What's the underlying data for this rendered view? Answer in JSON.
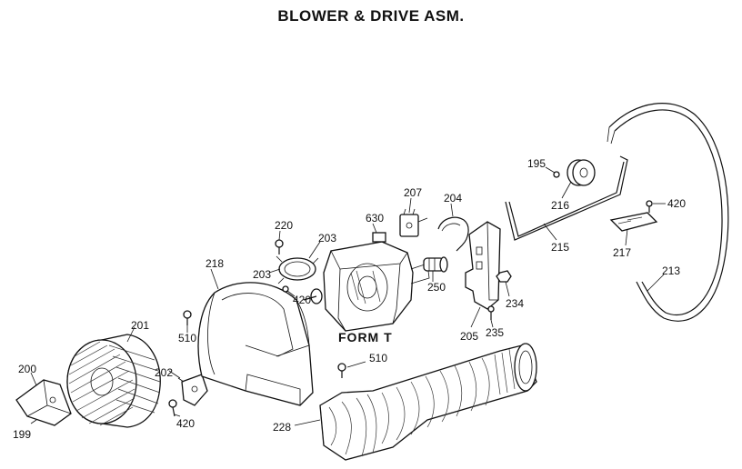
{
  "title": "BLOWER & DRIVE ASM.",
  "form_label": "FORM T",
  "parts": [
    {
      "id": "p199",
      "label": "199"
    },
    {
      "id": "p200",
      "label": "200"
    },
    {
      "id": "p201",
      "label": "201"
    },
    {
      "id": "p202",
      "label": "202"
    },
    {
      "id": "p420a",
      "label": "420"
    },
    {
      "id": "p510a",
      "label": "510"
    },
    {
      "id": "p218",
      "label": "218"
    },
    {
      "id": "p220",
      "label": "220"
    },
    {
      "id": "p203a",
      "label": "203"
    },
    {
      "id": "p203b",
      "label": "203"
    },
    {
      "id": "p420b",
      "label": "420"
    },
    {
      "id": "p630",
      "label": "630"
    },
    {
      "id": "p207",
      "label": "207"
    },
    {
      "id": "p204",
      "label": "204"
    },
    {
      "id": "p250",
      "label": "250"
    },
    {
      "id": "p510b",
      "label": "510"
    },
    {
      "id": "p228",
      "label": "228"
    },
    {
      "id": "p205",
      "label": "205"
    },
    {
      "id": "p234",
      "label": "234"
    },
    {
      "id": "p235",
      "label": "235"
    },
    {
      "id": "p195",
      "label": "195"
    },
    {
      "id": "p216",
      "label": "216"
    },
    {
      "id": "p215",
      "label": "215"
    },
    {
      "id": "p420c",
      "label": "420"
    },
    {
      "id": "p217",
      "label": "217"
    },
    {
      "id": "p213",
      "label": "213"
    }
  ]
}
